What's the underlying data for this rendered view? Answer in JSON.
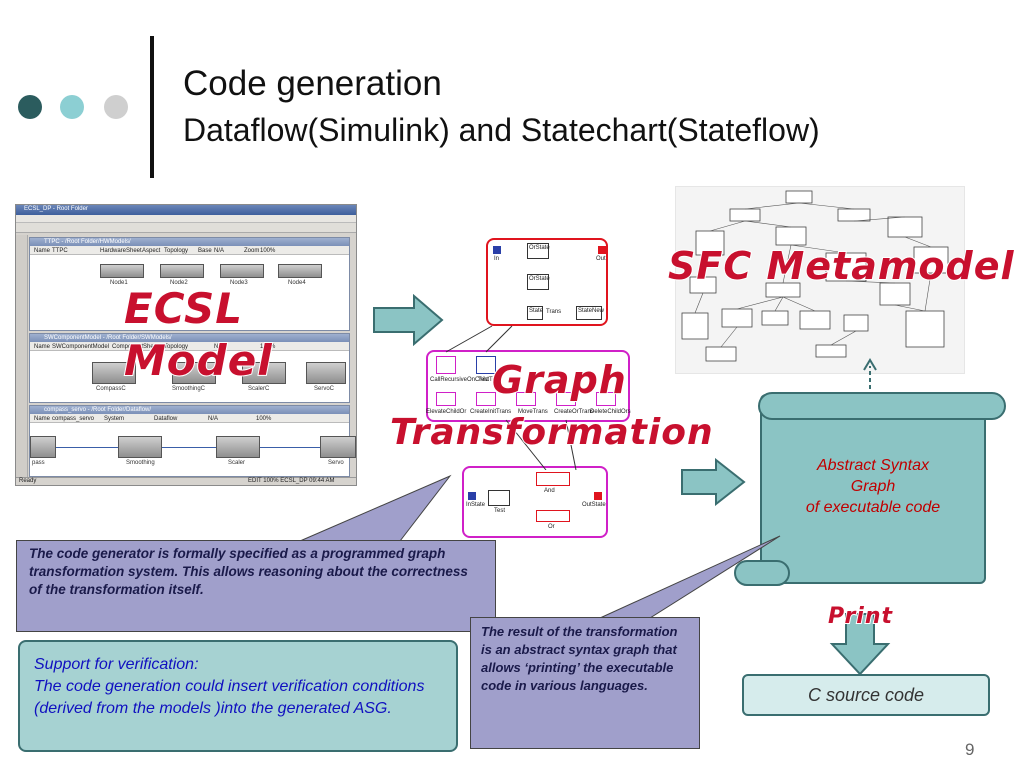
{
  "title": {
    "line1": "Code generation",
    "line2": "Dataflow(Simulink) and Statechart(Stateflow)"
  },
  "overlays": {
    "ecsl": "ECSL",
    "model": "Model",
    "graph": "Graph",
    "transformation": "Transformation",
    "sfc_metamodel": "SFC Metamodel",
    "print": "Print"
  },
  "screenshot": {
    "app_title": "ECSL_DP - Root Folder",
    "window1": {
      "title": "TTPC - /Root Folder/HWModels/",
      "name_label": "Name",
      "name_value": "TTPC",
      "kind": "HardwareSheet",
      "aspect_label": "Aspect",
      "aspect": "Topology",
      "base_label": "Base",
      "base": "N/A",
      "zoom_label": "Zoom",
      "zoom": "100%",
      "nodes": [
        "Node1",
        "Node2",
        "Node3",
        "Node4"
      ]
    },
    "window2": {
      "title": "SWComponentModel - /Root Folder/SWModels/",
      "name_value": "SWComponentModel",
      "kind": "ComponentSheet",
      "aspect": "Topology",
      "base": "N/A",
      "zoom": "100%",
      "components": [
        "CompassC",
        "SmoothingC",
        "ScalerC",
        "ServoC"
      ]
    },
    "window3": {
      "title": "compass_servo - /Root Folder/Dataflow/",
      "name_value": "compass_servo",
      "kind": "System",
      "aspect": "Dataflow",
      "base": "N/A",
      "zoom": "100%",
      "blocks": [
        "pass",
        "Smoothing",
        "Scaler",
        "Servo"
      ]
    },
    "status_left": "Ready",
    "status_right": "EDIT  100%  ECSL_DP  09:44 AM"
  },
  "diagram": {
    "top": {
      "orstate": "OrState",
      "in": "In",
      "out": "Out",
      "orstate2": "OrState",
      "state": "State",
      "statenew": "StateNew",
      "trans": "Trans"
    },
    "middle": {
      "labels": [
        "CallRecursiveOnChild",
        "TestTr",
        "",
        "",
        "",
        ""
      ],
      "bottom_labels": [
        "ElevateChildOr",
        "CreateInitTrans",
        "MoveTrans",
        "CreateOrTrans",
        "DeleteChildOrs"
      ]
    },
    "bottom": {
      "in": "InState",
      "test": "Test",
      "and": "And",
      "or": "Or",
      "out": "OutState"
    }
  },
  "scroll": {
    "text_lines": [
      "Abstract Syntax",
      "Graph",
      "of executable code"
    ]
  },
  "c_source": "C source code",
  "callout1": "The code generator is formally specified as a programmed graph transformation system. This allows reasoning about the correctness of the transformation itself.",
  "callout2": "The result of the transformation is an abstract syntax graph that allows ‘printing’ the executable code in various languages.",
  "verification": {
    "line1": "Support for verification:",
    "line2": "The code generation could insert verification conditions (derived from the models )into the generated ASG."
  },
  "page_number": "9",
  "colors": {
    "accent_red": "#c8102e",
    "teal": "#8bc4c4",
    "teal_border": "#3a6e70",
    "callout_purple": "#a09fcb",
    "verif_blue_text": "#1010c0"
  }
}
